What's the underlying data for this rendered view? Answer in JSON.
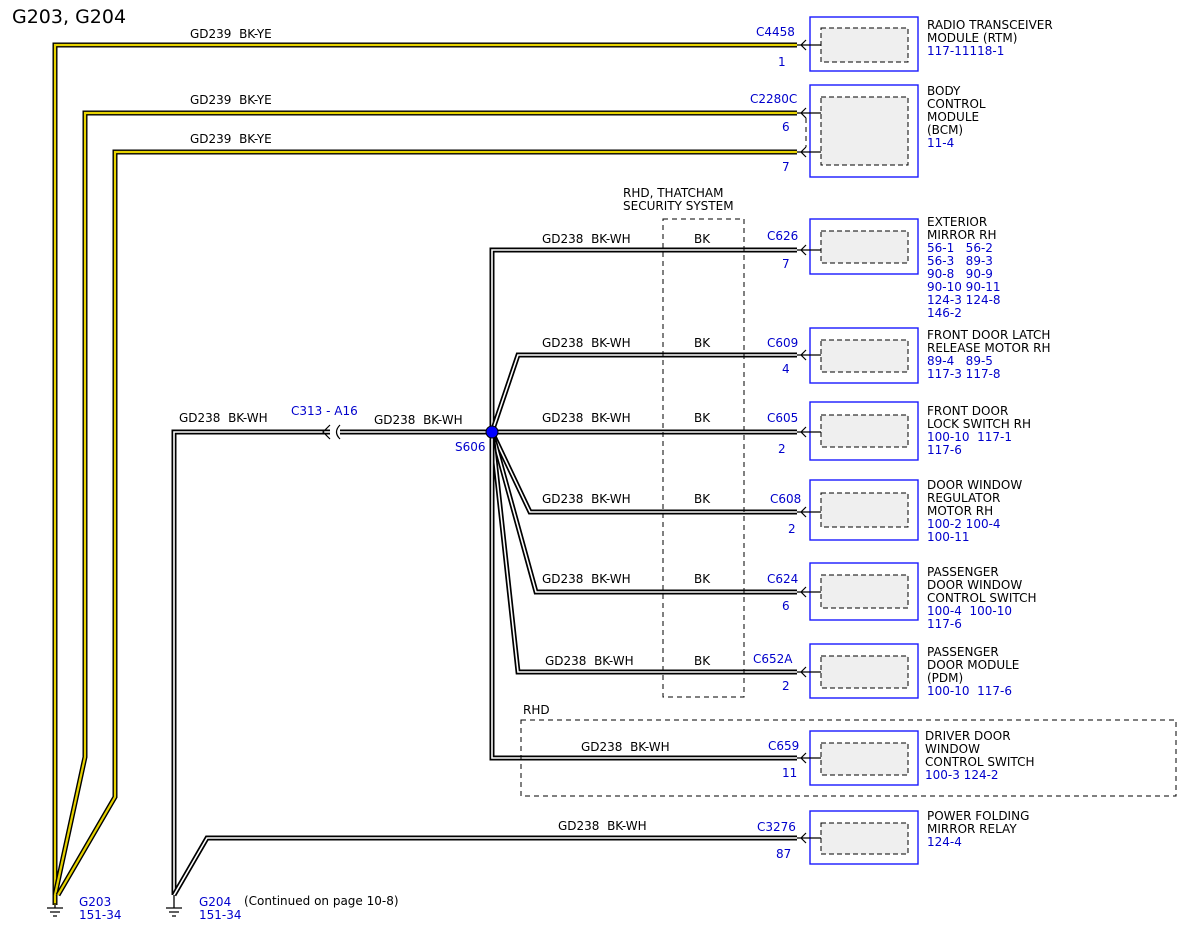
{
  "title": "G203, G204",
  "wires": {
    "gd239": "GD239  BK-YE",
    "gd238": "GD238  BK-WH",
    "bk": "BK"
  },
  "labels": {
    "thatcham_line1": "RHD, THATCHAM",
    "thatcham_line2": "SECURITY SYSTEM",
    "rhd": "RHD",
    "inline_connector": "C313 - A16",
    "splice": "S606",
    "continued": "(Continued on page 10-8)"
  },
  "grounds": [
    {
      "name": "G203",
      "ref": "151-34"
    },
    {
      "name": "G204",
      "ref": "151-34"
    }
  ],
  "modules": [
    {
      "connector": "C4458",
      "pins": [
        "1"
      ],
      "name_lines": [
        "RADIO TRANSCEIVER",
        "MODULE (RTM)"
      ],
      "refs": [
        "117-11118-1"
      ]
    },
    {
      "connector": "C2280C",
      "pins": [
        "6",
        "7"
      ],
      "name_lines": [
        "BODY",
        "CONTROL",
        "MODULE",
        "(BCM)"
      ],
      "refs": [
        "11-4"
      ]
    },
    {
      "connector": "C626",
      "pins": [
        "7"
      ],
      "name_lines": [
        "EXTERIOR",
        "MIRROR RH"
      ],
      "refs": [
        "56-1   56-2",
        "56-3   89-3",
        "90-8   90-9",
        "90-10 90-11",
        "124-3 124-8",
        "146-2"
      ]
    },
    {
      "connector": "C609",
      "pins": [
        "4"
      ],
      "name_lines": [
        "FRONT DOOR LATCH",
        "RELEASE MOTOR RH"
      ],
      "refs": [
        "89-4   89-5",
        "117-3 117-8"
      ]
    },
    {
      "connector": "C605",
      "pins": [
        "2"
      ],
      "name_lines": [
        "FRONT DOOR",
        "LOCK SWITCH RH"
      ],
      "refs": [
        "100-10  117-1",
        "117-6"
      ]
    },
    {
      "connector": "C608",
      "pins": [
        "2"
      ],
      "name_lines": [
        "DOOR WINDOW",
        "REGULATOR",
        "MOTOR RH"
      ],
      "refs": [
        "100-2 100-4",
        "100-11"
      ]
    },
    {
      "connector": "C624",
      "pins": [
        "6"
      ],
      "name_lines": [
        "PASSENGER",
        "DOOR WINDOW",
        "CONTROL SWITCH"
      ],
      "refs": [
        "100-4  100-10",
        "117-6"
      ]
    },
    {
      "connector": "C652A",
      "pins": [
        "2"
      ],
      "name_lines": [
        "PASSENGER",
        "DOOR MODULE",
        "(PDM)"
      ],
      "refs": [
        "100-10  117-6"
      ]
    },
    {
      "connector": "C659",
      "pins": [
        "11"
      ],
      "name_lines": [
        "DRIVER DOOR",
        "WINDOW",
        "CONTROL SWITCH"
      ],
      "refs": [
        "100-3 124-2"
      ]
    },
    {
      "connector": "C3276",
      "pins": [
        "87"
      ],
      "name_lines": [
        "POWER FOLDING",
        "MIRROR RELAY"
      ],
      "refs": [
        "124-4"
      ]
    }
  ],
  "colors": {
    "module_border": "#1a1aff",
    "reference_text": "#0000cc",
    "wire_yellow": "#e6d200",
    "splice": "#0000ff"
  }
}
